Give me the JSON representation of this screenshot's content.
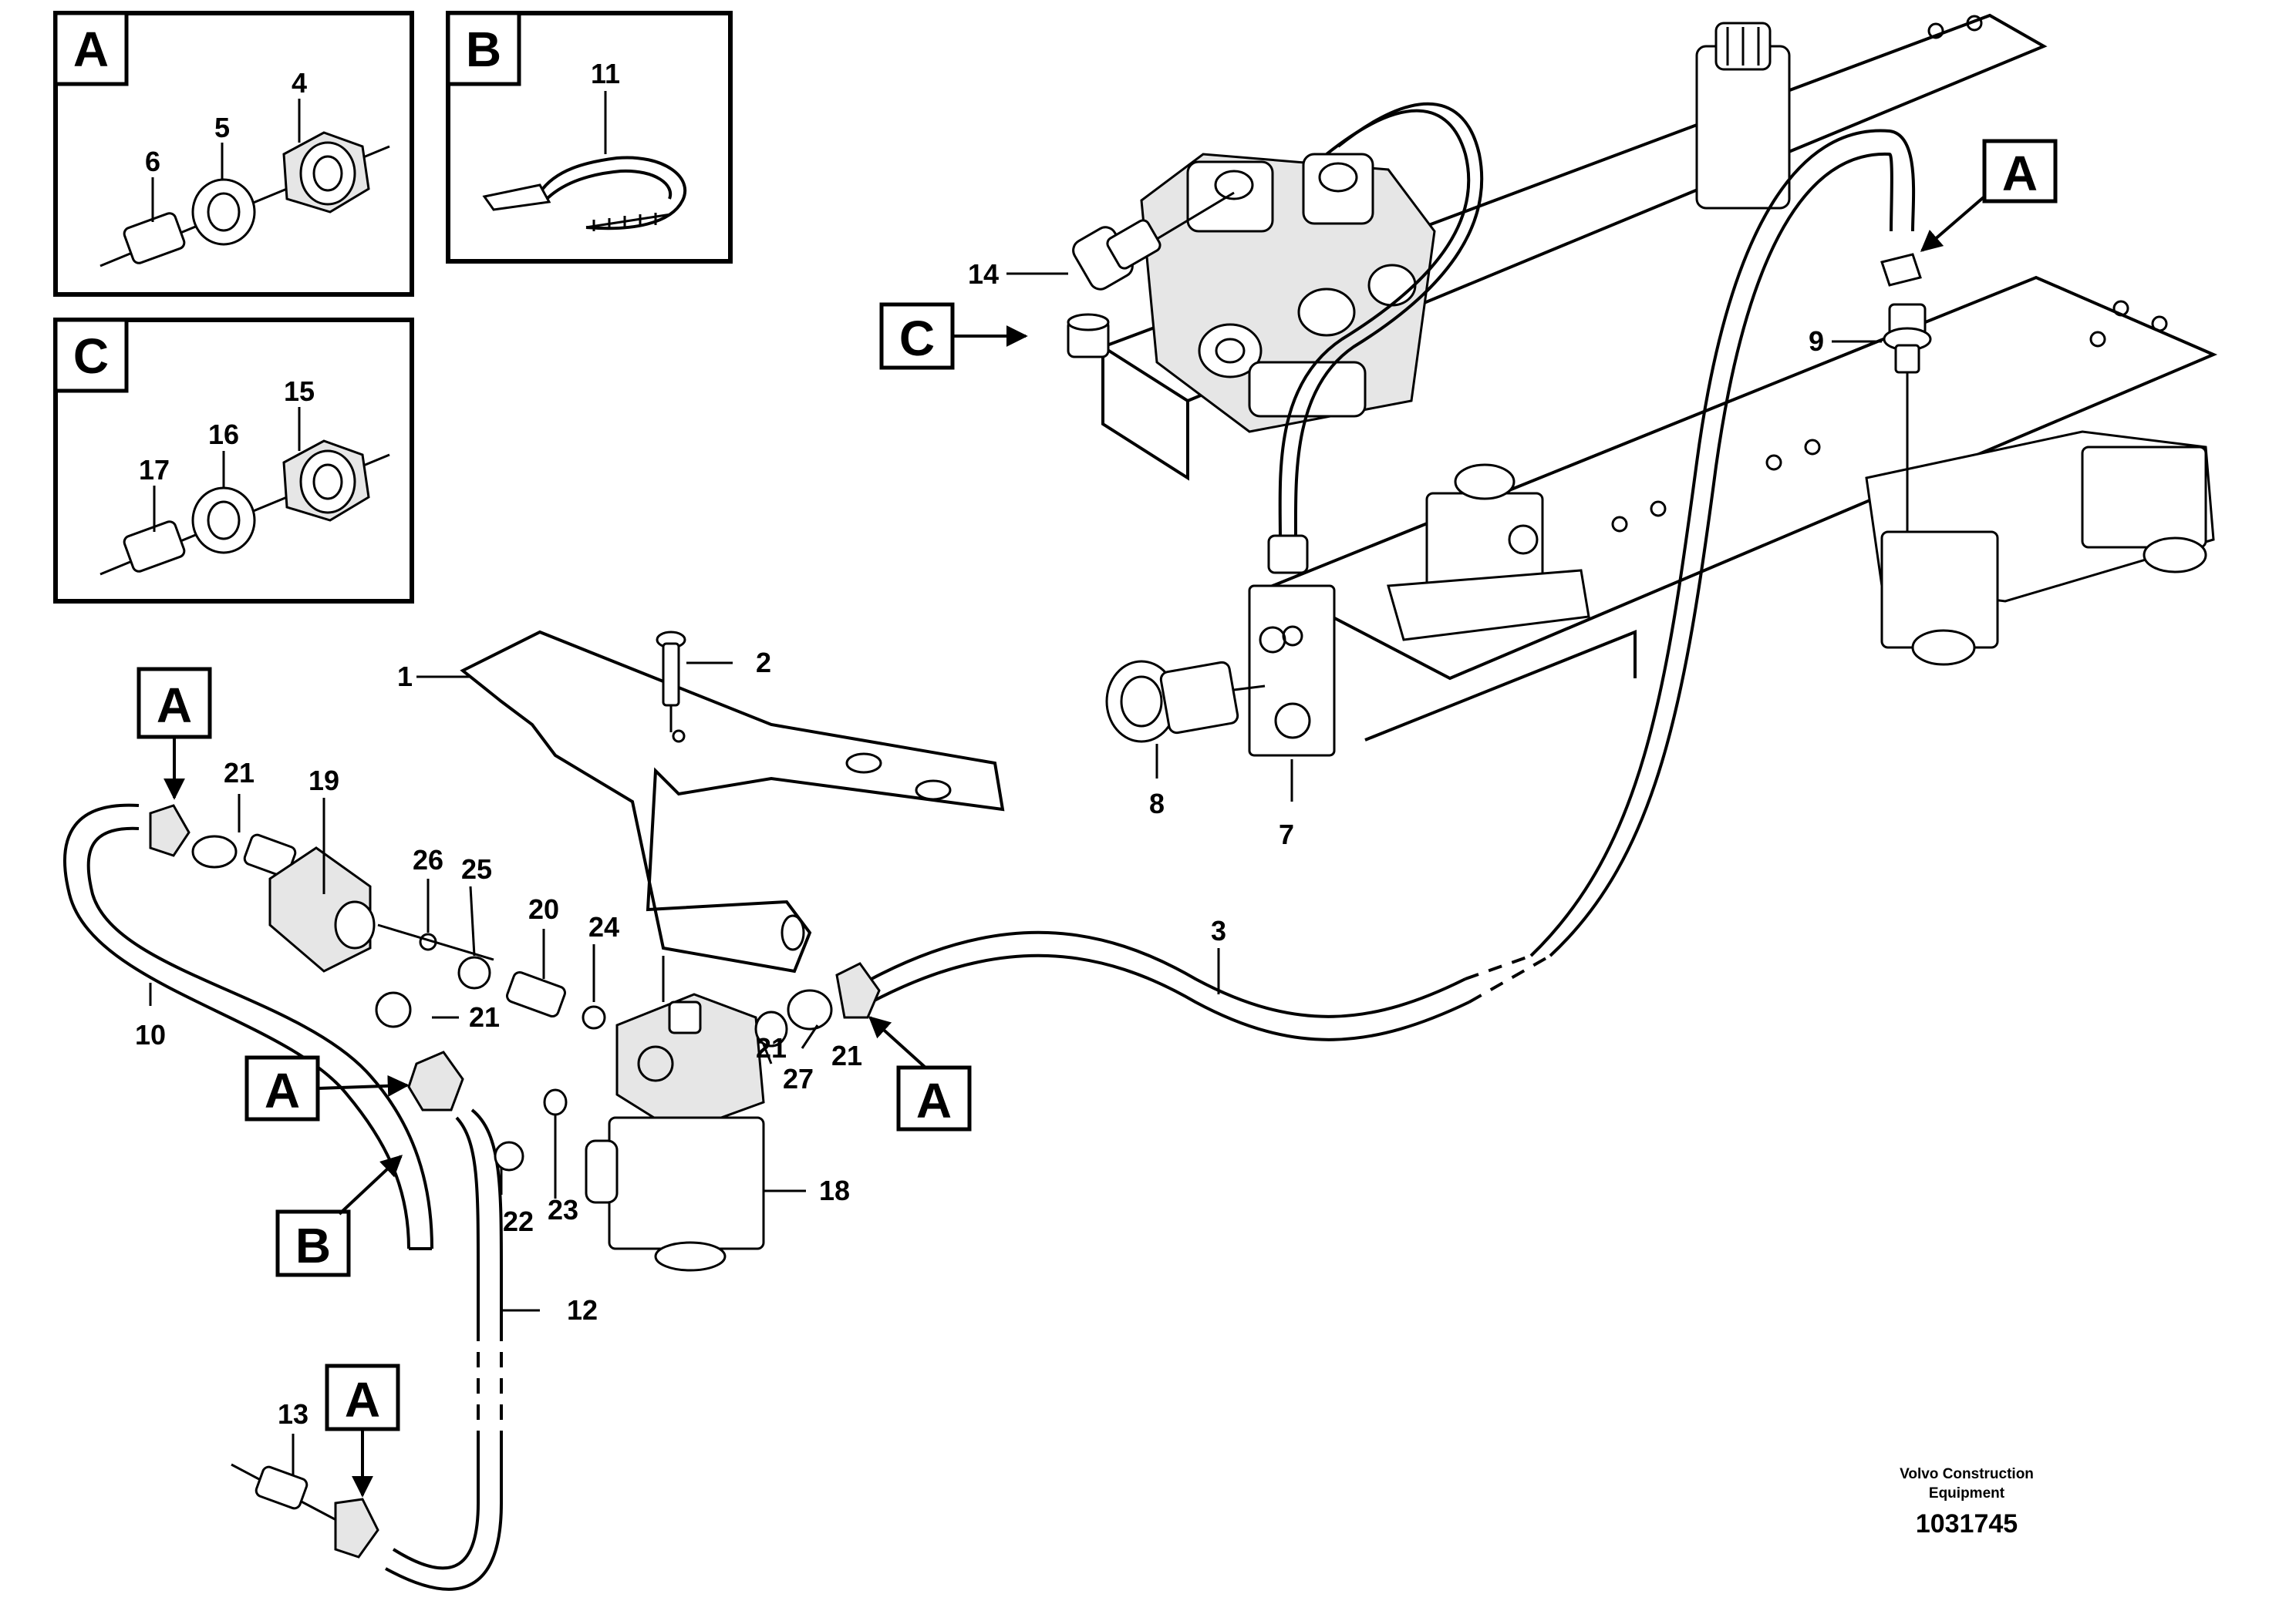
{
  "detail_views": [
    {
      "letter": "A",
      "callouts": [
        "4",
        "5",
        "6"
      ]
    },
    {
      "letter": "B",
      "callouts": [
        "11"
      ]
    },
    {
      "letter": "C",
      "callouts": [
        "15",
        "16",
        "17"
      ]
    }
  ],
  "callouts": [
    "1",
    "2",
    "3",
    "7",
    "8",
    "9",
    "10",
    "12",
    "13",
    "14",
    "18",
    "19",
    "20",
    "21",
    "21",
    "21",
    "21",
    "22",
    "23",
    "24",
    "25",
    "26",
    "27"
  ],
  "reference_boxes": [
    "A",
    "A",
    "A",
    "A",
    "A",
    "B",
    "C"
  ],
  "credit": {
    "line1": "Volvo Construction",
    "line2": "Equipment"
  },
  "drawing_number": "1031745",
  "colors": {
    "line": "#000000",
    "background": "#ffffff"
  }
}
